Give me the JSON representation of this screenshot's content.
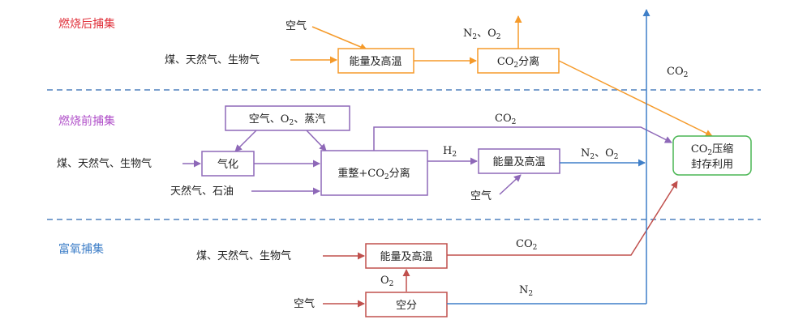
{
  "colors": {
    "post": "#f59a2a",
    "pre": "#8e68b8",
    "oxy": "#c0504d",
    "blue": "#3f7fc8",
    "green": "#4ab653",
    "divider": "#4f81bd",
    "post_title": "#e0303a",
    "pre_title": "#b04fc9",
    "oxy_title": "#3f7fc8"
  },
  "sections": {
    "post": "燃烧后捕集",
    "pre": "燃烧前捕集",
    "oxy": "富氧捕集"
  },
  "post": {
    "air": "空气",
    "fuel": "煤、天然气、生物气",
    "energy_box": "能量及高温",
    "sep_box": {
      "a": "CO",
      "sub": "2",
      "b": "分离"
    },
    "vent": {
      "n": "N",
      "n_sub": "2",
      "mid": "、O",
      "o_sub": "2"
    },
    "co2": {
      "a": "CO",
      "sub": "2"
    }
  },
  "pre": {
    "air_box": {
      "a": "空气、O",
      "sub": "2",
      "b": "、蒸汽"
    },
    "fuel": "煤、天然气、生物气",
    "gasify_box": "气化",
    "oil": "天然气、石油",
    "reform_box": {
      "a": "重整+CO",
      "sub": "2",
      "b": "分离"
    },
    "co2": {
      "a": "CO",
      "sub": "2"
    },
    "h2": {
      "a": "H",
      "sub": "2"
    },
    "energy_box": "能量及高温",
    "air": "空气",
    "vent": {
      "n": "N",
      "n_sub": "2",
      "mid": "、O",
      "o_sub": "2"
    }
  },
  "oxy": {
    "fuel": "煤、天然气、生物气",
    "energy_box": "能量及高温",
    "co2": {
      "a": "CO",
      "sub": "2"
    },
    "o2": {
      "a": "O",
      "sub": "2"
    },
    "air": "空气",
    "asu_box": "空分",
    "n2": {
      "a": "N",
      "sub": "2"
    }
  },
  "storage": {
    "line1": {
      "a": "CO",
      "sub": "2",
      "b": "压缩"
    },
    "line2": "封存利用"
  }
}
